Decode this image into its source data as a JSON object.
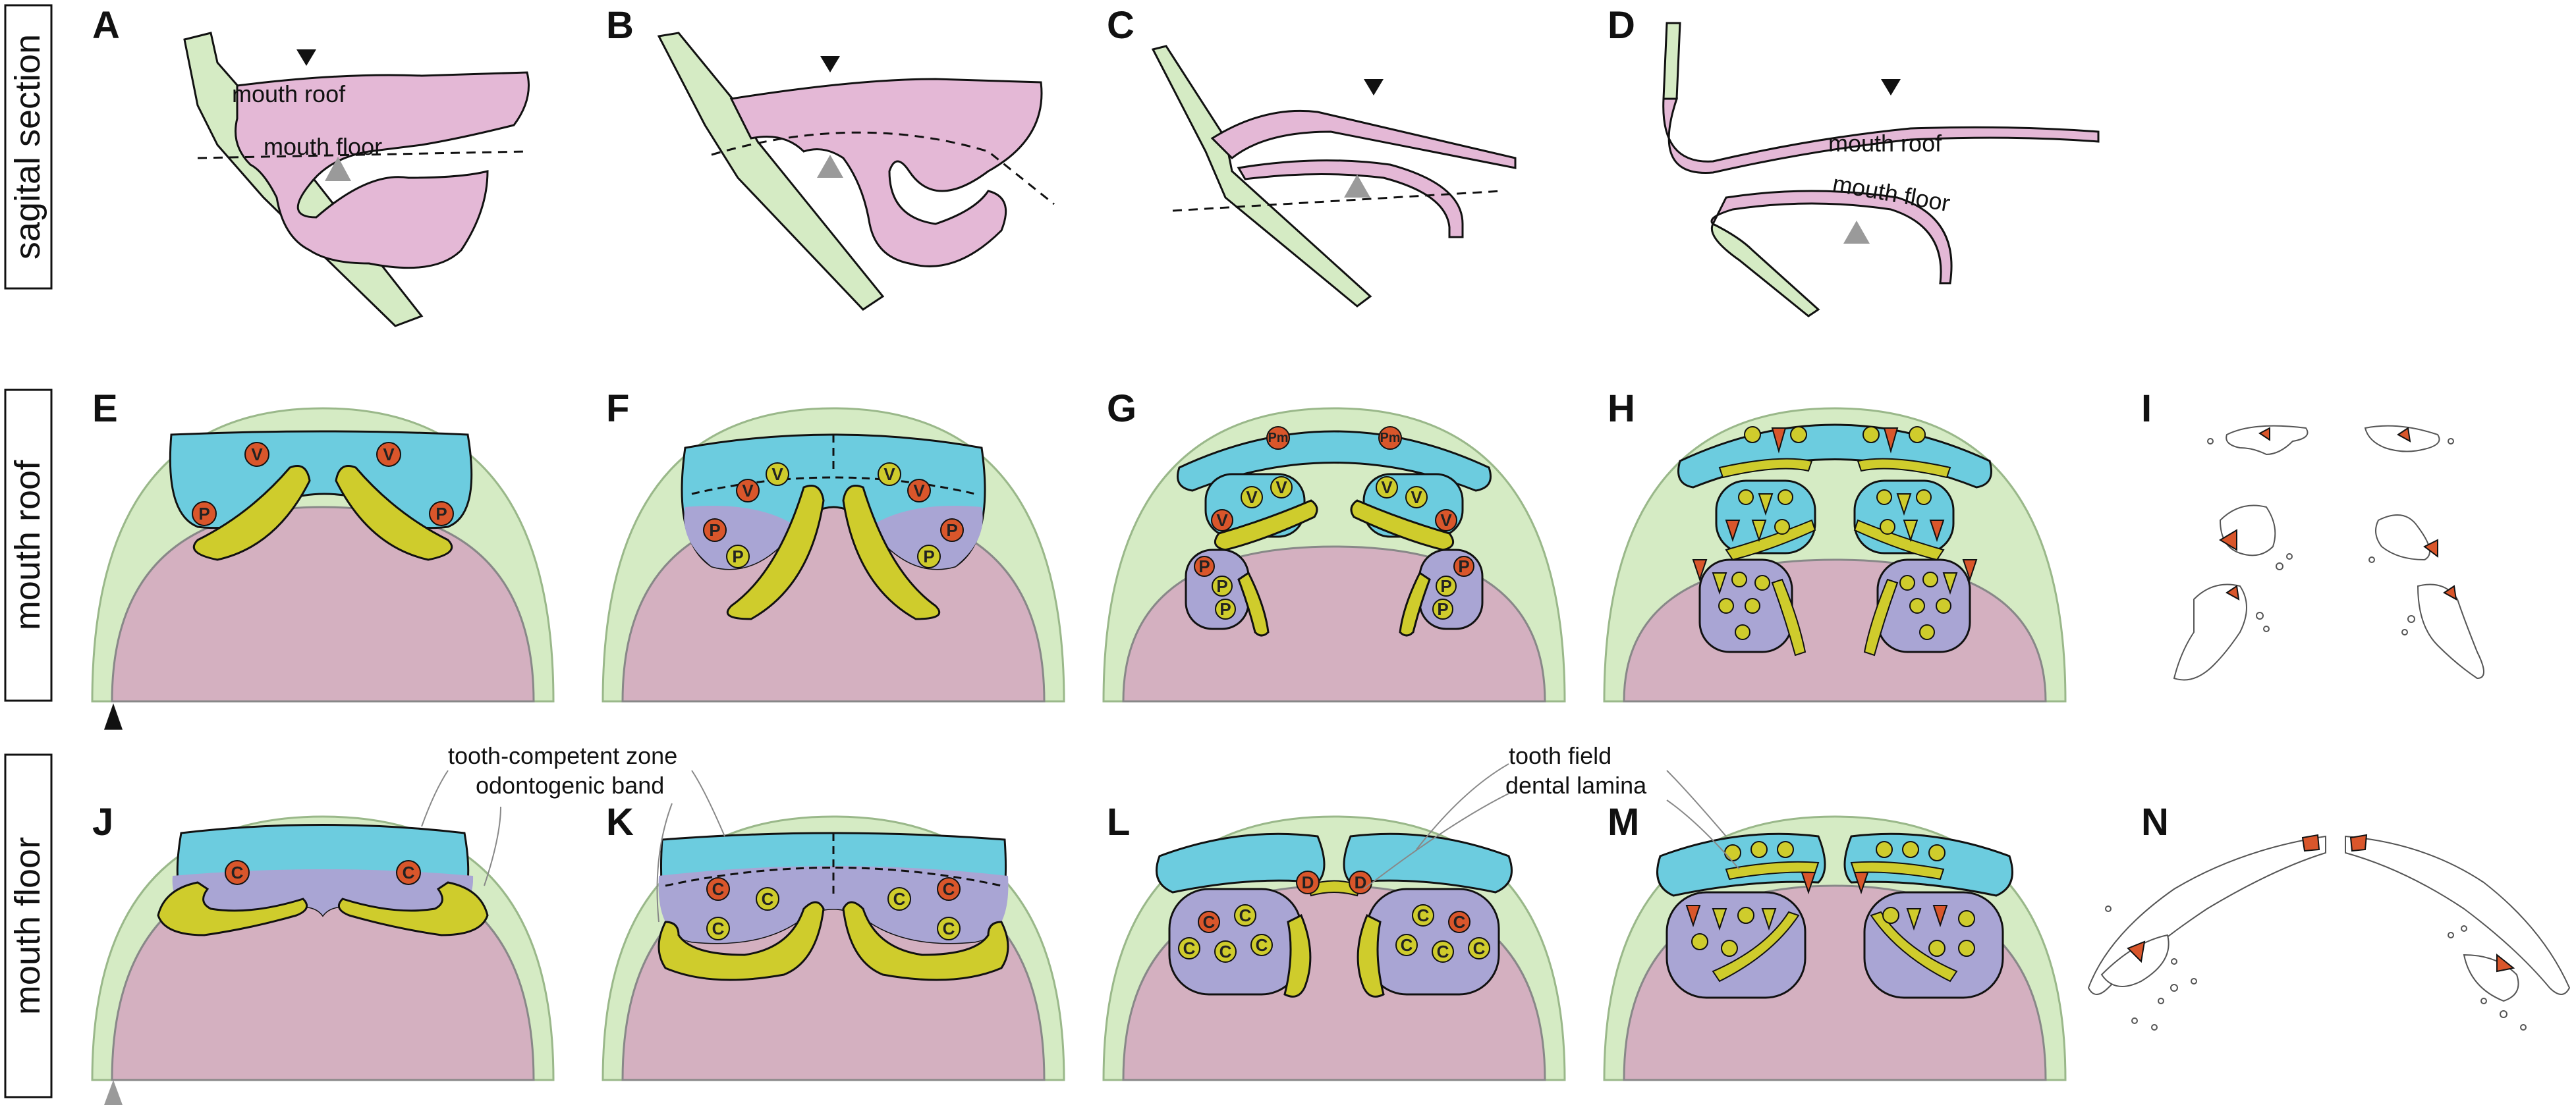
{
  "row_labels": [
    "sagital section",
    "mouth roof",
    "mouth floor"
  ],
  "panel_labels": [
    "A",
    "B",
    "C",
    "D",
    "E",
    "F",
    "G",
    "H",
    "I",
    "J",
    "K",
    "L",
    "M",
    "N"
  ],
  "annotations": {
    "mouth_roof": "mouth roof",
    "mouth_floor": "mouth floor",
    "tooth_competent_zone": "tooth-competent zone",
    "odontogenic_band": "odontogenic band",
    "tooth_field": "tooth field",
    "dental_lamina": "dental lamina"
  },
  "tooth_letters": {
    "vomerine": "V",
    "palatine": "P",
    "premaxillary": "Pm",
    "coronoid": "C",
    "dentary": "D"
  },
  "colors": {
    "tissue_green": "#d5ebc4",
    "tissue_green_stroke": "#8fbf7a",
    "pink": "#e4b8d6",
    "mauve": "#d4b0c0",
    "cyan": "#6cccdf",
    "lavender": "#a9a5d4",
    "yellow": "#cfcc2c",
    "orange": "#d9562b",
    "arrow_black": "#111111",
    "arrow_gray": "#9a9a9a"
  }
}
